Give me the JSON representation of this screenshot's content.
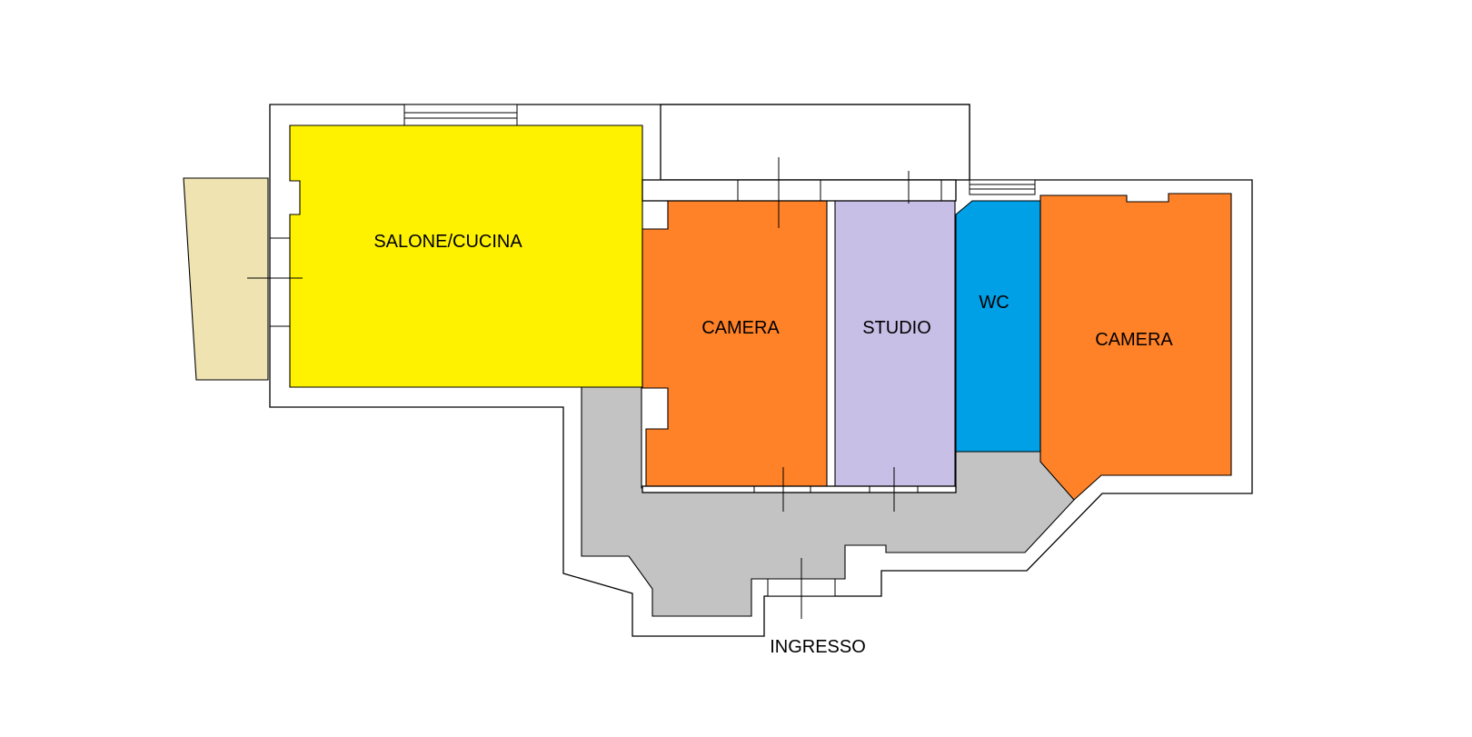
{
  "rooms": {
    "salone_cucina": {
      "label": "SALONE/CUCINA",
      "color": "#FFF200"
    },
    "camera_1": {
      "label": "CAMERA",
      "color": "#FF8228"
    },
    "studio": {
      "label": "STUDIO",
      "color": "#C7BFE6"
    },
    "wc": {
      "label": "WC",
      "color": "#00A0E6"
    },
    "camera_2": {
      "label": "CAMERA",
      "color": "#FF8228"
    },
    "corridor": {
      "label": "",
      "color": "#C3C3C3"
    },
    "terrace": {
      "label": "",
      "color": "#EFE3B2"
    }
  },
  "entrance": {
    "label": "INGRESSO"
  }
}
